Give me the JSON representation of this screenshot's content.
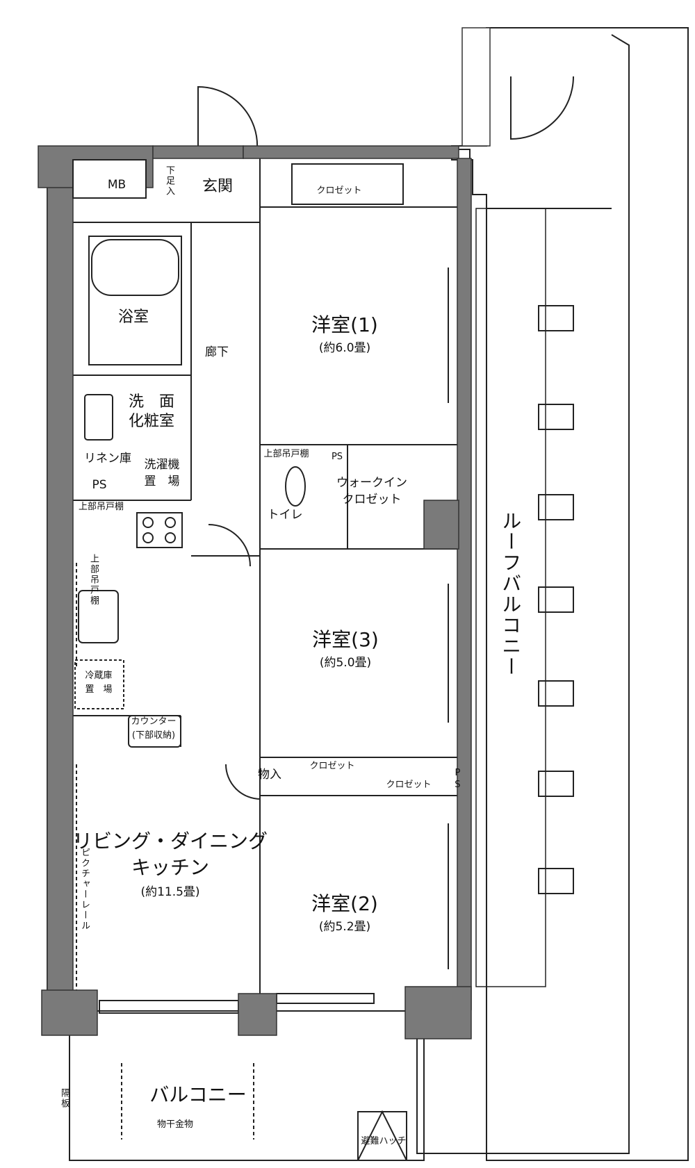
{
  "rooms": {
    "mb": "MB",
    "shoe_storage": "下足入",
    "entrance": "玄関",
    "closet_top": "クロゼット",
    "bath": "浴室",
    "corridor": "廊下",
    "western1": {
      "name": "洋室(1)",
      "size": "(約6.0畳)"
    },
    "washroom_line1": "洗　面",
    "washroom_line2": "化粧室",
    "linen": "リネン庫",
    "ps_left": "PS",
    "washer_line1": "洗濯機",
    "washer_line2": "置　場",
    "upper_cabinet_top": "上部吊戸棚",
    "toilet": "トイレ",
    "ps_toilet": "PS",
    "walkin_line1": "ウォークイン",
    "walkin_line2": "クロゼット",
    "upper_cabinet_kitchen": "上部吊戸棚",
    "upper_cabinet_vertical": "上部吊戸棚",
    "western3": {
      "name": "洋室(3)",
      "size": "(約5.0畳)"
    },
    "fridge_line1": "冷蔵庫",
    "fridge_line2": "置　場",
    "counter_line1": "カウンター",
    "counter_line2": "(下部収納)",
    "storage": "物入",
    "closet_mid1": "クロゼット",
    "closet_mid2": "クロゼット",
    "ps_right": "PS",
    "ldk_line1": "リビング・ダイニング",
    "ldk_line2": "キッチン",
    "ldk_size": "(約11.5畳)",
    "picture_rail": "ピクチャーレール",
    "western2": {
      "name": "洋室(2)",
      "size": "(約5.2畳)"
    },
    "roof_balcony": "ルーフバルコニー",
    "balcony": "バルコニー",
    "partition": "隔板",
    "drying_hardware": "物干金物",
    "escape_hatch": "避難ハッチ"
  },
  "colors": {
    "wall": "#7a7a7a",
    "line": "#222222",
    "background": "#ffffff"
  }
}
